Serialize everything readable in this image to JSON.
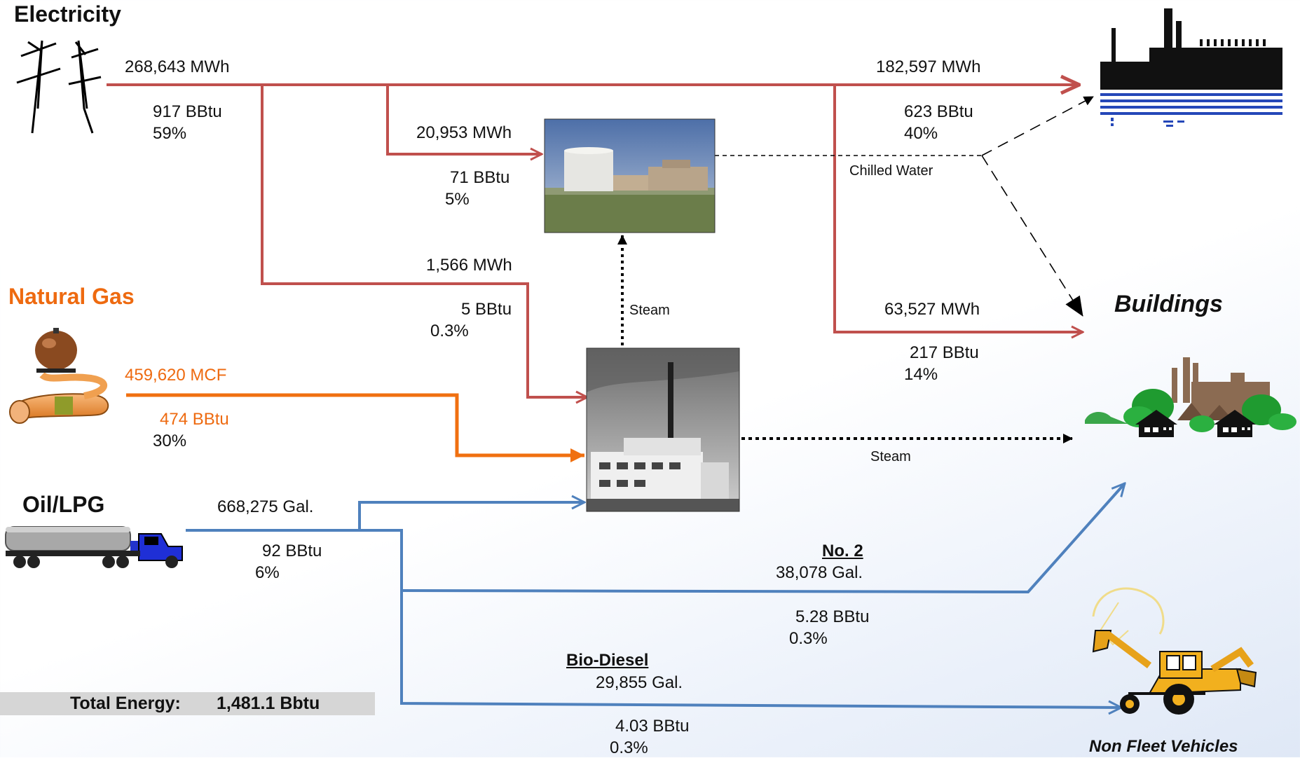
{
  "title_electricity": "Electricity",
  "title_natural_gas": "Natural Gas",
  "title_oil": "Oil/LPG",
  "title_buildings": "Buildings",
  "title_vehicles": "Non Fleet Vehicles",
  "electricity": {
    "amount": "268,643 MWh",
    "bbtu": "917  BBtu",
    "pct": "59%"
  },
  "elec_to_chiller": {
    "amount": "20,953 MWh",
    "bbtu": "71  BBtu",
    "pct": "5%"
  },
  "elec_to_industry": {
    "amount": "182,597 MWh",
    "bbtu": "623  BBtu",
    "pct": "40%"
  },
  "elec_to_plant": {
    "amount": "1,566 MWh",
    "bbtu": "5  BBtu",
    "pct": "0.3%"
  },
  "elec_to_buildings": {
    "amount": "63,527 MWh",
    "bbtu": "217  BBtu",
    "pct": "14%"
  },
  "natural_gas": {
    "amount": "459,620 MCF",
    "bbtu": "474  BBtu",
    "pct": "30%"
  },
  "oil": {
    "amount": "668,275  Gal.",
    "bbtu": "92  BBtu",
    "pct": "6%"
  },
  "no2": {
    "label": "No. 2",
    "amount": "38,078  Gal.",
    "bbtu": "5.28  BBtu",
    "pct": "0.3%"
  },
  "biodiesel": {
    "label": "Bio-Diesel",
    "amount": "29,855  Gal.",
    "bbtu": "4.03  BBtu",
    "pct": "0.3%"
  },
  "chilled_water": "Chilled Water",
  "steam_up": "Steam",
  "steam_right": "Steam",
  "total": {
    "label": "Total Energy:",
    "value": "1,481.1   Bbtu"
  },
  "colors": {
    "electricity": "#c0504d",
    "natural_gas": "#f07010",
    "oil": "#4f81bd",
    "steam": "#000000"
  },
  "icons": [
    "power-tower-icon",
    "gas-tank-icon",
    "tanker-truck-icon",
    "chiller-plant-photo",
    "power-plant-photo",
    "factory-icon",
    "buildings-icon",
    "backhoe-icon"
  ]
}
